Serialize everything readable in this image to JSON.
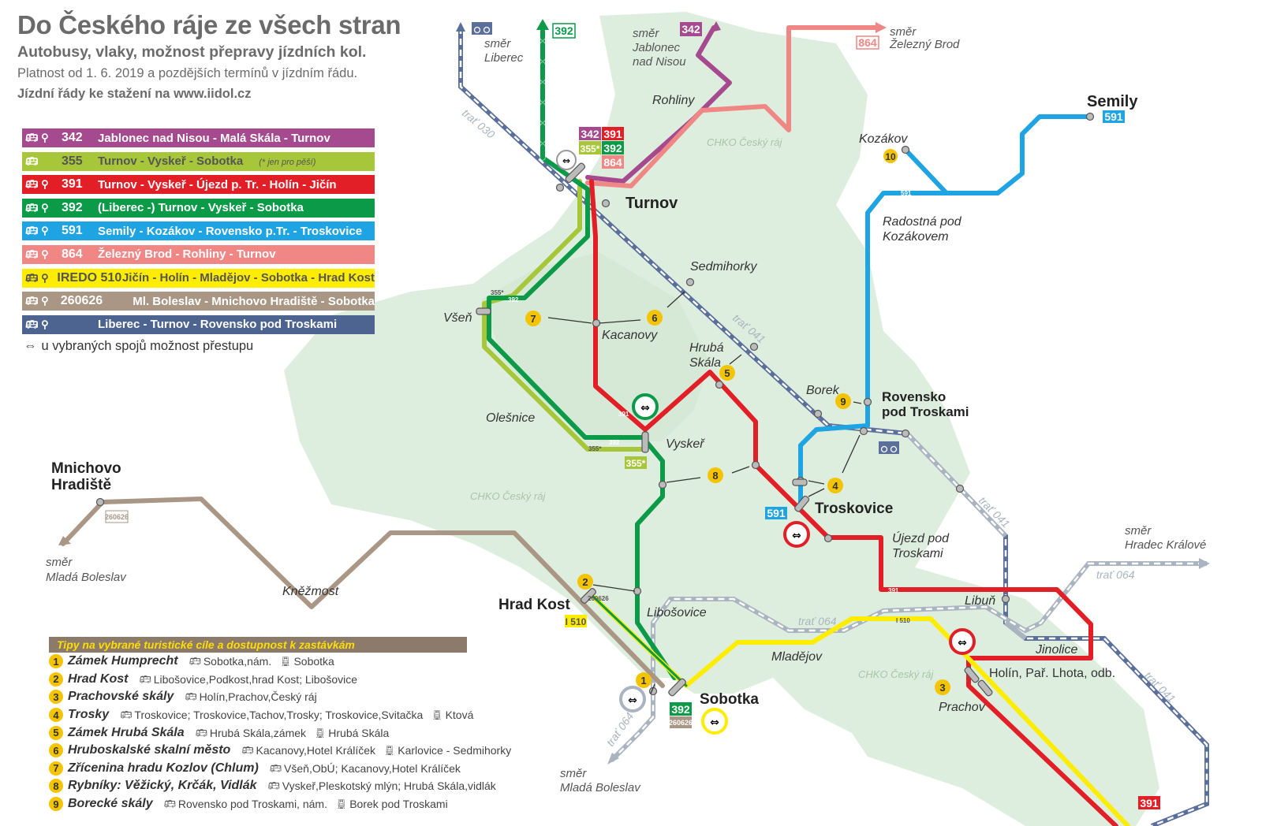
{
  "header": {
    "title": "Do Českého ráje ze všech stran",
    "subtitle": "Autobusy, vlaky, možnost přepravy jízdních kol.",
    "validity": "Platnost od 1. 6. 2019 a pozdějších termínů v jízdním řádu.",
    "download": "Jízdní řády ke stažení na www.iidol.cz"
  },
  "legend": [
    {
      "num": "342",
      "text": "Jablonec nad Nisou - Malá Skála - Turnov",
      "color": "#a54a8f",
      "bike": true,
      "note": ""
    },
    {
      "num": "355",
      "text": "Turnov - Vyskeř - Sobotka",
      "color": "#a8c63a",
      "bike": false,
      "note": "(* jen pro pěší)"
    },
    {
      "num": "391",
      "text": "Turnov - Vyskeř - Újezd p. Tr. - Holín - Jičín",
      "color": "#e21f26",
      "bike": true,
      "note": ""
    },
    {
      "num": "392",
      "text": "(Liberec -) Turnov - Vyskeř - Sobotka",
      "color": "#0b9a48",
      "bike": true,
      "note": ""
    },
    {
      "num": "591",
      "text": "Semily - Kozákov - Rovensko p.Tr. - Troskovice",
      "color": "#1ea3e3",
      "bike": true,
      "note": ""
    },
    {
      "num": "864",
      "text": "Železný Brod - Rohliny - Turnov",
      "color": "#f08784",
      "bike": true,
      "note": ""
    },
    {
      "num": "IREDO 510",
      "text": "Jičín - Holín - Mladějov - Sobotka - Hrad Kost",
      "color": "#ffed00",
      "bike": true,
      "note": ""
    },
    {
      "num": "260626",
      "text": "Ml. Boleslav - Mnichovo Hradiště - Sobotka",
      "color": "#a99684",
      "bike": true,
      "note": ""
    },
    {
      "num": "",
      "text": "Liberec - Turnov - Rovensko pod Troskami",
      "color": "#4e6490",
      "bike": true,
      "note": ""
    }
  ],
  "legend_note": "u vybraných spojů možnost přestupu",
  "tips_heading": "Tipy na vybrané turistické cíle a dostupnost k zastávkám",
  "tips": [
    {
      "n": "1",
      "name": "Zámek Humprecht",
      "bus": "Sobotka,nám.",
      "train": "Sobotka"
    },
    {
      "n": "2",
      "name": "Hrad Kost",
      "bus": "Libošovice,Podkost,hrad Kost;  Libošovice",
      "train": ""
    },
    {
      "n": "3",
      "name": "Prachovské skály",
      "bus": "Holín,Prachov,Český ráj",
      "train": ""
    },
    {
      "n": "4",
      "name": "Trosky",
      "bus": "Troskovice; Troskovice,Tachov,Trosky; Troskovice,Svitačka",
      "train": "Ktová"
    },
    {
      "n": "5",
      "name": "Zámek Hrubá Skála",
      "bus": "Hrubá Skála,zámek",
      "train": "Hrubá Skála"
    },
    {
      "n": "6",
      "name": "Hruboskalské skalní město",
      "bus": "Kacanovy,Hotel Králíček",
      "train": "Karlovice - Sedmihorky"
    },
    {
      "n": "7",
      "name": "Zřícenina hradu Kozlov (Chlum)",
      "bus": "Všeň,ObÚ;  Kacanovy,Hotel Králíček",
      "train": ""
    },
    {
      "n": "8",
      "name": "Rybníky: Věžický, Krčák, Vidlák",
      "bus": "Vyskeř,Pleskotský mlýn; Hrubá Skála,vidlák",
      "train": ""
    },
    {
      "n": "9",
      "name": "Borecké skály",
      "bus": "Rovensko pod Troskami, nám.",
      "train": "Borek pod Troskami"
    }
  ],
  "places": {
    "turnov": "Turnov",
    "semily": "Semily",
    "kozakov": "Kozákov",
    "radostna": "Radostná pod",
    "radostna2": "Kozákovem",
    "rohliny": "Rohliny",
    "sedmihorky": "Sedmihorky",
    "vsen": "Všeň",
    "kacanovy": "Kacanovy",
    "hruba": "Hrubá",
    "skala": "Skála",
    "borek": "Borek",
    "rovensko": "Rovensko",
    "rovensko2": "pod Troskami",
    "olesnice": "Olešnice",
    "vysker": "Vyskeř",
    "troskovice": "Troskovice",
    "ujezd": "Újezd pod",
    "ujezd2": "Troskami",
    "mnichovo": "Mnichovo",
    "hradiste": "Hradiště",
    "knezmost": "Kněžmost",
    "hradkost": "Hrad Kost",
    "libosovice": "Libošovice",
    "mladejov": "Mladějov",
    "libun": "Libuň",
    "jinolice": "Jinolice",
    "holin": "Holín, Pař. Lhota, odb.",
    "prachov": "Prachov",
    "sobotka": "Sobotka",
    "chko1": "CHKO Český ráj",
    "chko2": "CHKO Český ráj",
    "chko3": "CHKO Český ráj"
  },
  "directions": {
    "liberec": [
      "směr",
      "Liberec"
    ],
    "jablonec": [
      "směr",
      "Jablonec",
      "nad Nisou"
    ],
    "zbrod": [
      "směr",
      "Železný Brod"
    ],
    "mlboleslav1": [
      "směr",
      "Mladá Boleslav"
    ],
    "mlboleslav2": [
      "směr",
      "Mladá Boleslav"
    ],
    "hradec": [
      "směr",
      "Hradec Králové"
    ]
  },
  "rails": {
    "t030": "trať 030",
    "t041a": "trať 041",
    "t041b": "trať 041",
    "t041c": "trať 041",
    "t064a": "trať 064",
    "t064b": "trať 064",
    "t064c": "trať 064"
  },
  "badges": {
    "b392": "392",
    "b342": "342",
    "b864": "864",
    "b342t": "342",
    "b391t": "391",
    "b355t": "355*",
    "b392t": "392",
    "b864t": "864",
    "b591": "591",
    "b591b": "591",
    "b260": "260626",
    "b510": "I 510",
    "b392s": "392",
    "b260s": "260626",
    "b355v": "355*",
    "b391e": "391",
    "k10": "10"
  },
  "line_labels": {
    "l591": "591",
    "l355": "355*",
    "l392": "392",
    "l391": "391",
    "l392b": "392",
    "l355b": "355*",
    "l391b": "391",
    "l510": "I 510",
    "l260": "260626"
  }
}
